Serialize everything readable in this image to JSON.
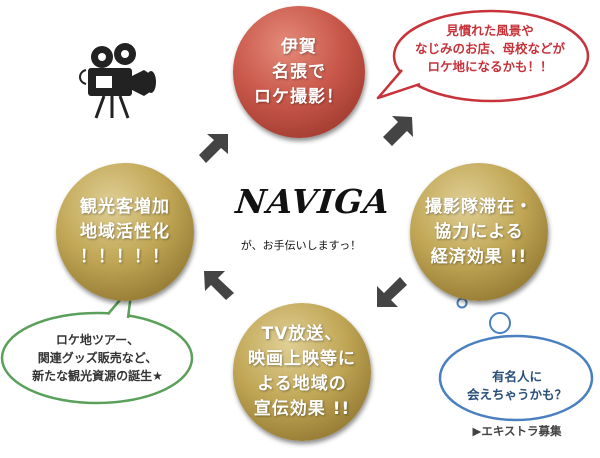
{
  "logo": "NAVIGA",
  "tagline": "が、お手伝いしますっ！",
  "cycle": {
    "top": "伊賀\n名張で\nロケ撮影！",
    "right": "撮影隊滞在・\n協力による\n経済効果 !!",
    "bottom": "TV放送、\n映画上映等に\nよる地域の\n宣伝効果 !!",
    "left": "観光客増加\n地域活性化\n！！！！！"
  },
  "bubbles": {
    "red": "見慣れた風景や\nなじみのお店、母校などが\nロケ地になるかも！！",
    "green": "ロケ地ツアー、\n関連グッズ販売など、\n新たな観光資源の誕生★",
    "blue": "有名人に\n会えちゃうかも？",
    "blue_sub": "▶エキストラ募集"
  },
  "icons": [
    "movie-camera-icon",
    "cycle-arrow-icon"
  ],
  "colors": {
    "top_circle": "#c9584a",
    "other_circles": "#c0a655",
    "red_bubble": "#c8323a",
    "green_bubble": "#5aa05a",
    "blue_bubble": "#4a80c0"
  }
}
